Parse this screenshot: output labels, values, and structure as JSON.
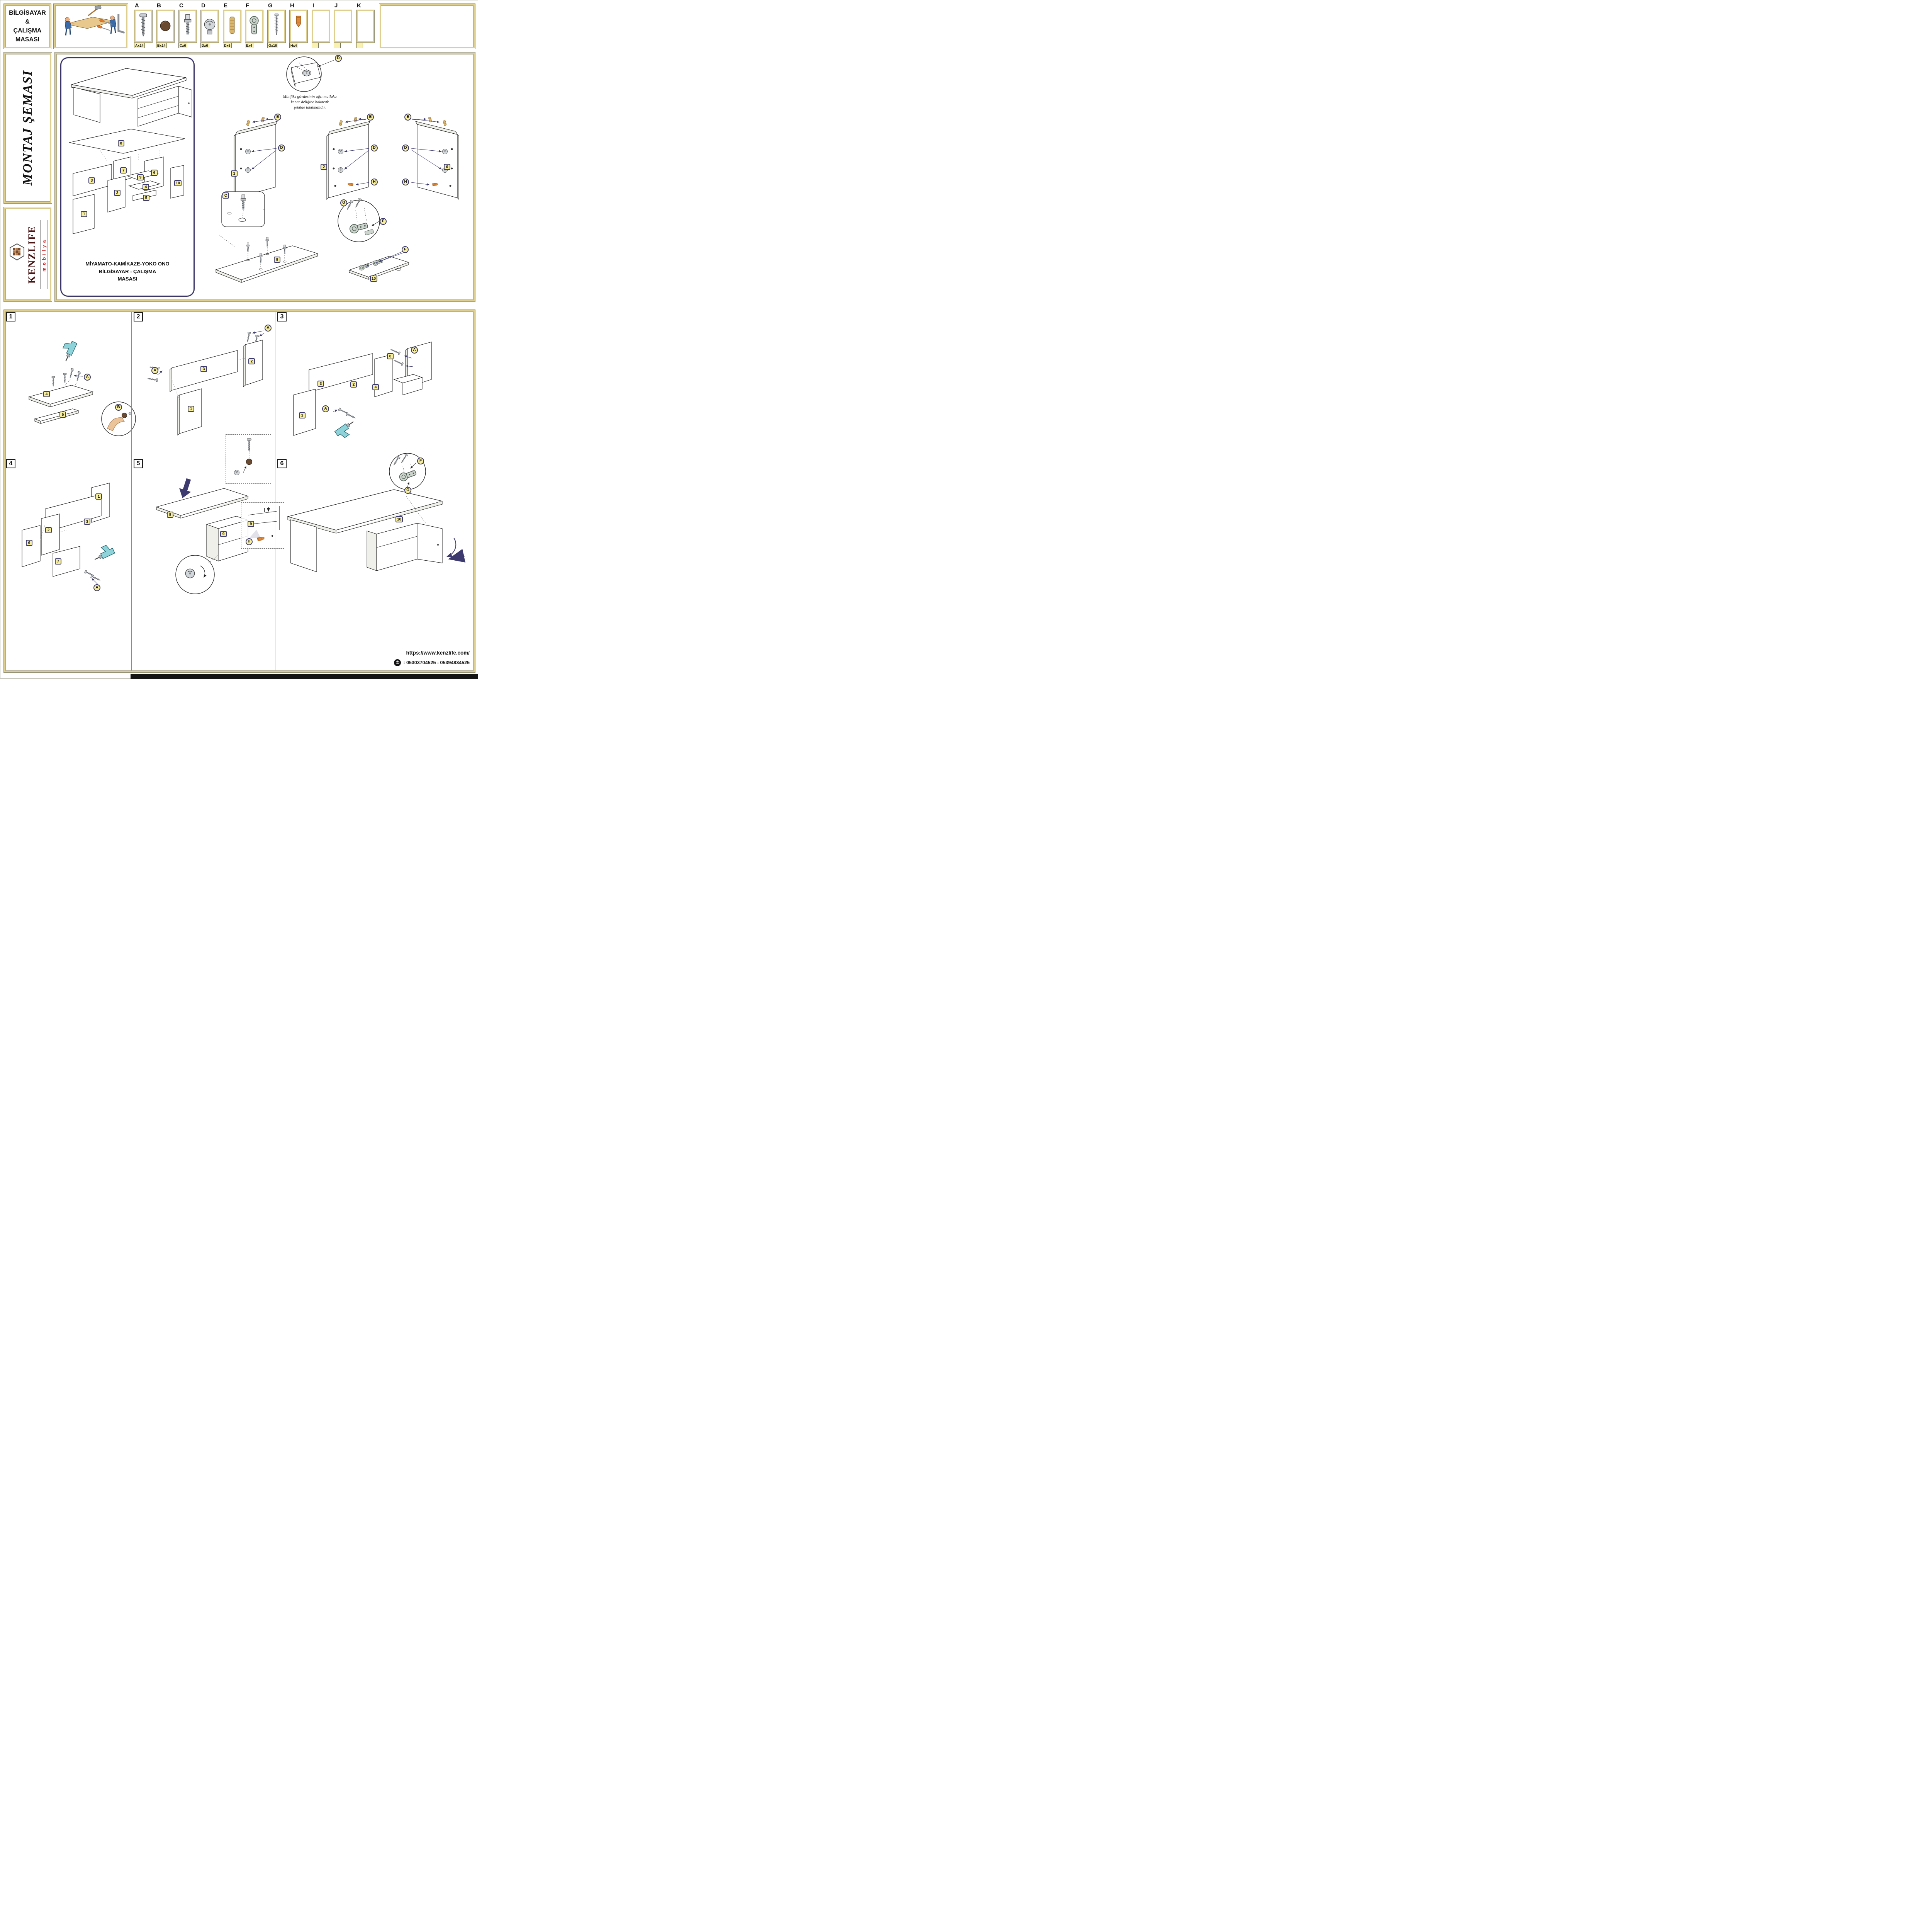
{
  "header": {
    "title_lines": [
      "BİLGİSAYAR",
      "&",
      "ÇALIŞMA",
      "MASASI"
    ]
  },
  "sidebar": {
    "montaj": "MONTAJ ŞEMASI",
    "brand": "KENZLIFE",
    "brand_sub": "mobilya"
  },
  "hardware": [
    {
      "letter": "A",
      "qty": "Ax14",
      "icon": "long-screw"
    },
    {
      "letter": "B",
      "qty": "Bx14",
      "icon": "cover-cap"
    },
    {
      "letter": "C",
      "qty": "Cx6",
      "icon": "minifix-bolt"
    },
    {
      "letter": "D",
      "qty": "Dx6",
      "icon": "minifix-cam"
    },
    {
      "letter": "E",
      "qty": "Dx6",
      "icon": "wooden-dowel"
    },
    {
      "letter": "F",
      "qty": "Ex4",
      "icon": "hinge"
    },
    {
      "letter": "G",
      "qty": "Gx16",
      "icon": "chipboard-screw"
    },
    {
      "letter": "H",
      "qty": "Hx4",
      "icon": "plastic-dowel"
    },
    {
      "letter": "I",
      "qty": "",
      "icon": ""
    },
    {
      "letter": "J",
      "qty": "",
      "icon": ""
    },
    {
      "letter": "K",
      "qty": "",
      "icon": ""
    }
  ],
  "exploded": {
    "product_lines": [
      "MİYAMATO-KAMİKAZE-YOKO ONO",
      "BİLGİSAYAR - ÇALIŞMA",
      "MASASI"
    ]
  },
  "notes": {
    "minifix": [
      "Minifiks gövdesinin ağzı mutlaka",
      "kenar deliğine bakacak",
      "şekilde takılmalıdır."
    ]
  },
  "labels": {
    "n1": "1",
    "n2": "2",
    "n3": "3",
    "n4": "4",
    "n5": "5",
    "n6": "6",
    "n7": "7",
    "n8": "8",
    "n9": "9",
    "n10": "10",
    "A": "A",
    "B": "B",
    "C": "C",
    "D": "D",
    "E": "E",
    "F": "F",
    "G": "G",
    "H": "H"
  },
  "steps": [
    {
      "num": "1"
    },
    {
      "num": "2"
    },
    {
      "num": "3"
    },
    {
      "num": "4"
    },
    {
      "num": "5"
    },
    {
      "num": "6"
    }
  ],
  "footer": {
    "url": "https://www.kenzlife.com/",
    "phone": ": 05303704525 - 05394834525",
    "phone_icon": "✆"
  },
  "colors": {
    "accent_purple": "#3c3a6e",
    "gold_border": "#decf8e",
    "badge_fill": "#f7ef9e",
    "brand_red": "#cc2222",
    "brand_maroon": "#4a1414"
  }
}
